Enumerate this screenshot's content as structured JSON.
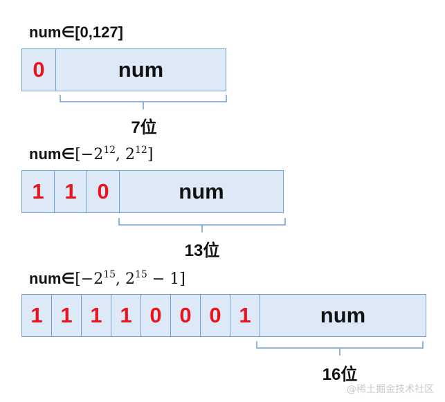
{
  "sections": [
    {
      "range": {
        "var": "num",
        "elem": "∈",
        "text": "[0,127]"
      },
      "bits": [
        "0"
      ],
      "num_label": "num",
      "width_label": "7位"
    },
    {
      "range": {
        "var": "num",
        "elem": "∈",
        "open": "[−2",
        "exp1": "12",
        "mid": ", 2",
        "exp2": "12",
        "close": "]"
      },
      "bits": [
        "1",
        "1",
        "0"
      ],
      "num_label": "num",
      "width_label": "13位"
    },
    {
      "range": {
        "var": "num",
        "elem": "∈",
        "open": "[−2",
        "exp1": "15",
        "mid": ", 2",
        "exp2": "15",
        "close": " − 1]"
      },
      "bits": [
        "1",
        "1",
        "1",
        "1",
        "0",
        "0",
        "0",
        "1"
      ],
      "num_label": "num",
      "width_label": "16位"
    }
  ],
  "colors": {
    "fill": "#dde9f6",
    "border": "#6f9fd3",
    "bit_text": "#e8141e"
  },
  "watermark": "@稀土掘金技术社区"
}
